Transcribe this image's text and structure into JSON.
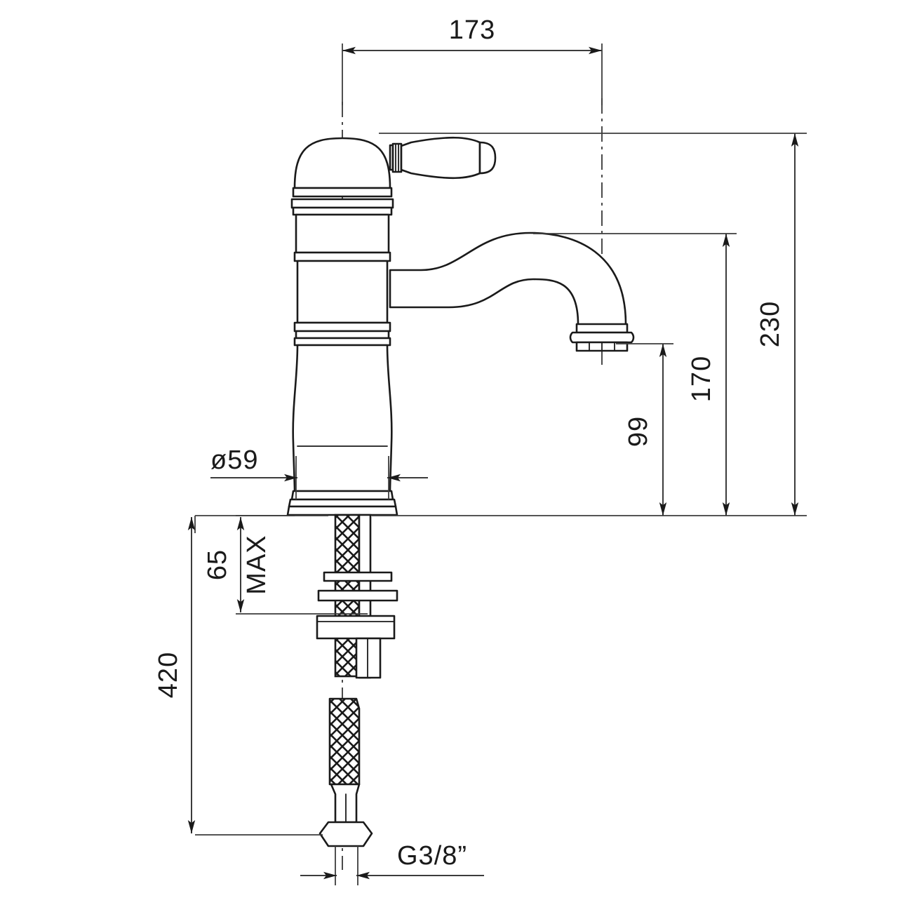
{
  "drawing": {
    "title": "Single-lever basin mixer tap dimensional drawing",
    "units": "mm",
    "background_color": "#ffffff",
    "line_color": "#1a1a1a"
  },
  "dimensions": {
    "spout_reach": {
      "label": "173",
      "orientation": "horizontal",
      "position": "top"
    },
    "overall_height": {
      "label": "230",
      "orientation": "vertical-rotated",
      "position": "right-outer"
    },
    "spout_height": {
      "label": "170",
      "orientation": "vertical-rotated",
      "position": "right-middle"
    },
    "outlet_height": {
      "label": "99",
      "orientation": "vertical-rotated",
      "position": "right-inner"
    },
    "base_diameter": {
      "label": "ø59",
      "orientation": "horizontal",
      "position": "left"
    },
    "max_thickness": {
      "label": "65",
      "note": "MAX",
      "orientation": "vertical-rotated",
      "position": "left-lower"
    },
    "hose_length": {
      "label": "420",
      "orientation": "vertical-rotated",
      "position": "left-outer"
    },
    "thread_size": {
      "label": "G3/8”",
      "orientation": "horizontal",
      "position": "bottom"
    }
  },
  "parts": {
    "handle": "lever-handle",
    "cap": "dome-cap",
    "body": "faucet-body",
    "spout": "curved-spout",
    "aerator": "spout-aerator",
    "flange": "base-flange",
    "shank": "threaded-shank",
    "washer_upper": "mounting-washer-upper",
    "washer_lower": "mounting-washer-lower",
    "nut": "mounting-nut",
    "hose": "braided-flex-hose",
    "hose_nut": "hose-hex-nut"
  }
}
